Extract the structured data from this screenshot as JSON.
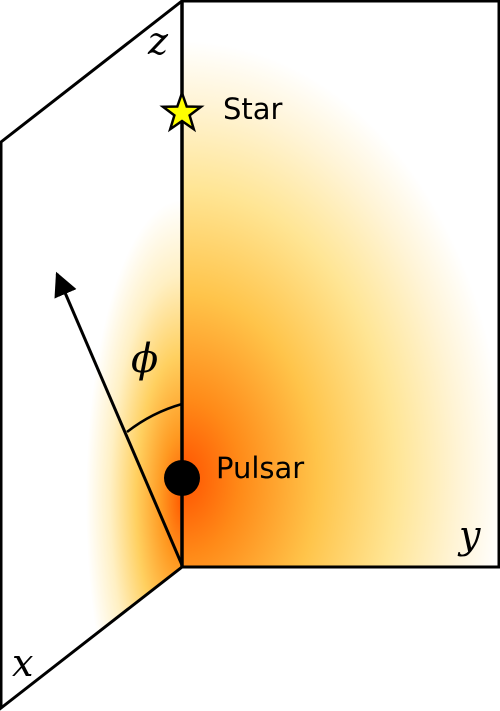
{
  "labels": {
    "x_axis": "x",
    "y_axis": "y",
    "z_axis": "z",
    "angle": "ϕ",
    "star": "Star",
    "pulsar": "Pulsar"
  },
  "colors": {
    "outline": "#000000",
    "glow_peak": "#ff5a00",
    "glow_mid": "#ffb732",
    "glow_soft": "#ffe38a",
    "star_fill": "#ffff00",
    "pulsar_fill": "#000000",
    "background": "#ffffff"
  },
  "icons": {
    "star": "star-icon",
    "pulsar": "filled-circle-icon"
  }
}
